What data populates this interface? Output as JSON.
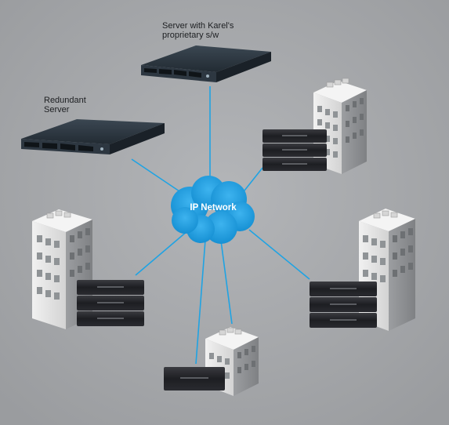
{
  "diagram": {
    "main_server": {
      "label_line1": "Server with Karel's",
      "label_line2": "proprietary s/w"
    },
    "redundant_server": {
      "label_line1": "Redundant",
      "label_line2": "Server"
    },
    "network": {
      "label": "IP Network"
    },
    "colors": {
      "background": "#a4a6a9",
      "link": "#1fa3e3",
      "cloud": "#1a9de0",
      "cloud_text": "#ffffff",
      "server_body": "#25303a",
      "building_face": "#e3e3e3",
      "storage_unit": "#222327"
    }
  }
}
